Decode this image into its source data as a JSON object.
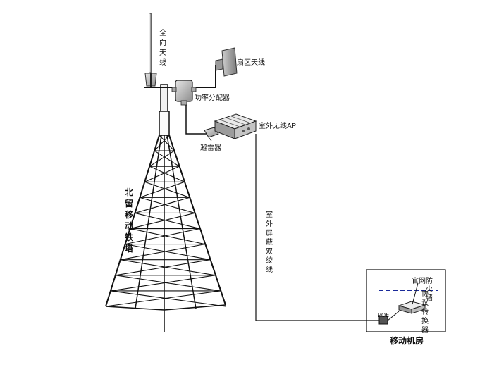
{
  "labels": {
    "omni_antenna": "全向天线",
    "sector_antenna": "扇区天线",
    "power_splitter": "功率分配器",
    "outdoor_ap": "室外无线AP",
    "lightning_arrester": "避雷器",
    "tower": "北留移动铁塔",
    "cable": "室外屏蔽双绞线",
    "poe": "POE",
    "intranet": "官网",
    "firewall": "防火墙",
    "protocol_converter": "协议转换器",
    "room": "移动机房"
  },
  "colors": {
    "line": "#111111",
    "network_boundary": "#1a2a9a"
  }
}
